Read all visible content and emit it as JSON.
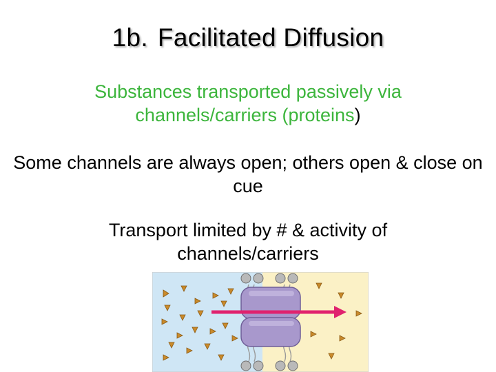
{
  "slide": {
    "title_prefix": "1b.",
    "title_text": "Facilitated Diffusion",
    "subtitle_main": "Substances transported passively via channels/carriers (proteins",
    "subtitle_close": ")",
    "point_1": "Some channels are always open; others open & close on cue",
    "point_2": "Transport limited by # & activity of channels/carriers"
  },
  "colors": {
    "subtitle_green": "#3cb53c",
    "outside_region": "#cfe6f5",
    "inside_region": "#fbf1c6",
    "channel_protein": "#a898cc",
    "transport_arrow": "#e0226e",
    "solute_molecule": "#c98a2b"
  },
  "diagram": {
    "name": "facilitated-diffusion-channel-illustration"
  }
}
